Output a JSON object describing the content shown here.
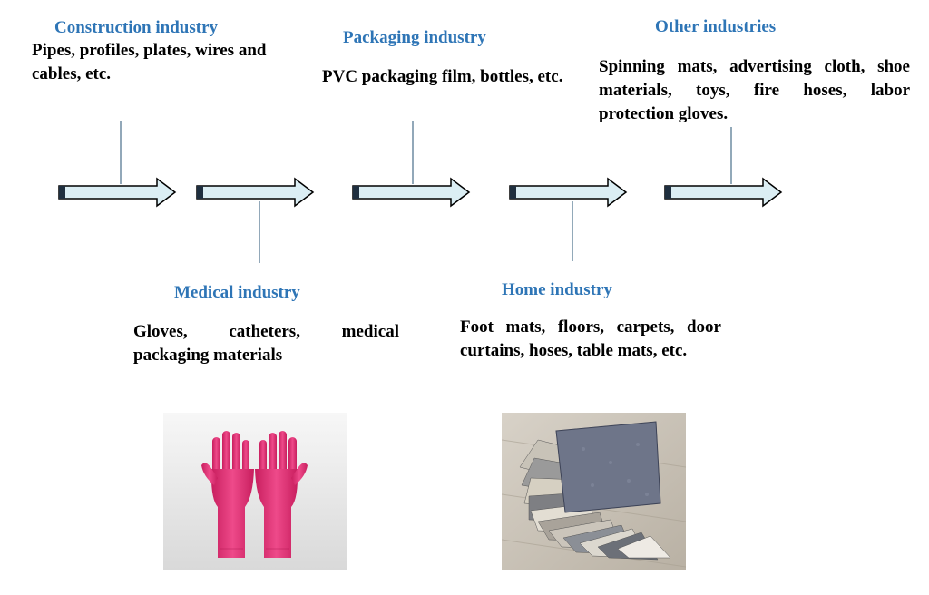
{
  "industries": [
    {
      "title": "Construction industry",
      "desc": "Pipes, profiles, plates, wires and cables, etc."
    },
    {
      "title": "Packaging industry",
      "desc": "PVC packaging film, bottles, etc."
    },
    {
      "title": "Other industries",
      "desc": "Spinning mats, advertising cloth, shoe materials, toys, fire hoses, labor protection gloves."
    },
    {
      "title": "Medical industry",
      "desc": "Gloves, catheters, medical packaging materials"
    },
    {
      "title": "Home industry",
      "desc": "Foot mats, floors, carpets, door curtains, hoses, table mats, etc."
    }
  ],
  "colors": {
    "title_blue": "#2e75b6",
    "arrow_fill": "#dbeef4",
    "arrow_stroke": "#000000",
    "arrow_tail": "#1f2f3f",
    "glove_pink": "#e8357a"
  },
  "images": [
    {
      "name": "pink-rubber-gloves"
    },
    {
      "name": "flooring-samples-fan"
    }
  ]
}
